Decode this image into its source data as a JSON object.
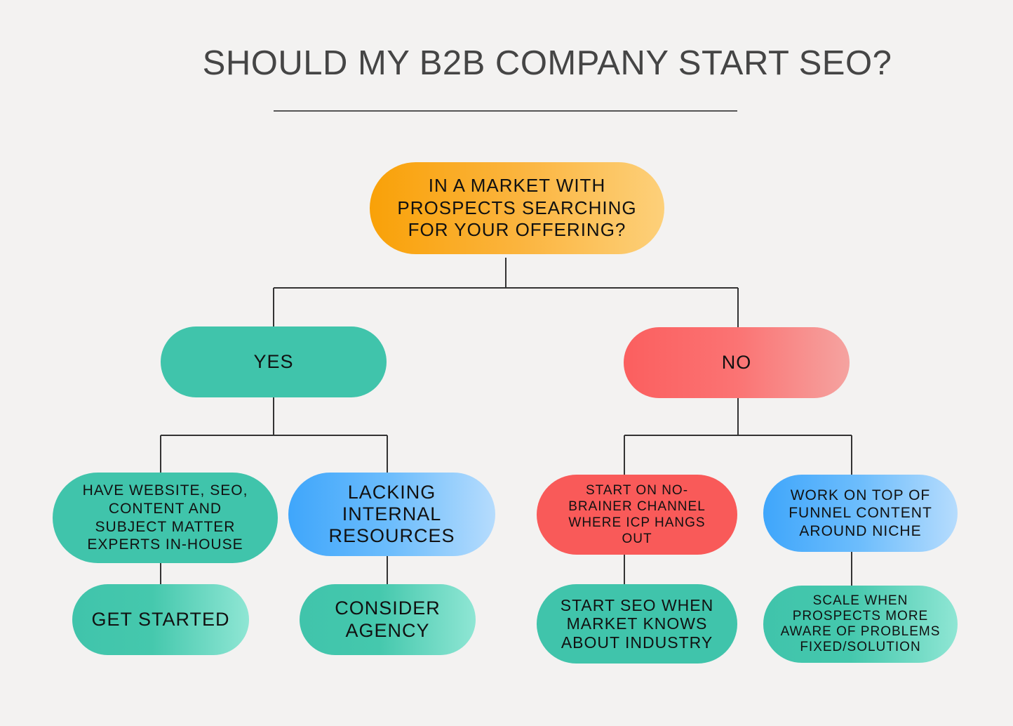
{
  "title": "SHOULD MY B2B COMPANY START SEO?",
  "nodes": {
    "root": "IN A MARKET WITH PROSPECTS SEARCHING FOR YOUR OFFERING?",
    "yes": "YES",
    "no": "NO",
    "have_website": "HAVE WEBSITE, SEO, CONTENT AND SUBJECT MATTER EXPERTS IN-HOUSE",
    "lacking_resources": "LACKING INTERNAL RESOURCES",
    "start_no_brainer": "START ON NO-BRAINER CHANNEL WHERE ICP HANGS OUT",
    "top_of_funnel": "WORK ON TOP OF FUNNEL CONTENT AROUND NICHE",
    "get_started": "GET STARTED",
    "consider_agency": "CONSIDER AGENCY",
    "start_seo_when": "START SEO WHEN MARKET KNOWS ABOUT INDUSTRY",
    "scale_when": "SCALE WHEN PROSPECTS MORE AWARE OF PROBLEMS FIXED/SOLUTION"
  },
  "colors": {
    "background": "#f3f2f1",
    "teal": "#40c4ab",
    "orange": "#f9a108",
    "red": "#fb5f5f",
    "blue": "#3fa6fb",
    "connector": "#333333"
  }
}
